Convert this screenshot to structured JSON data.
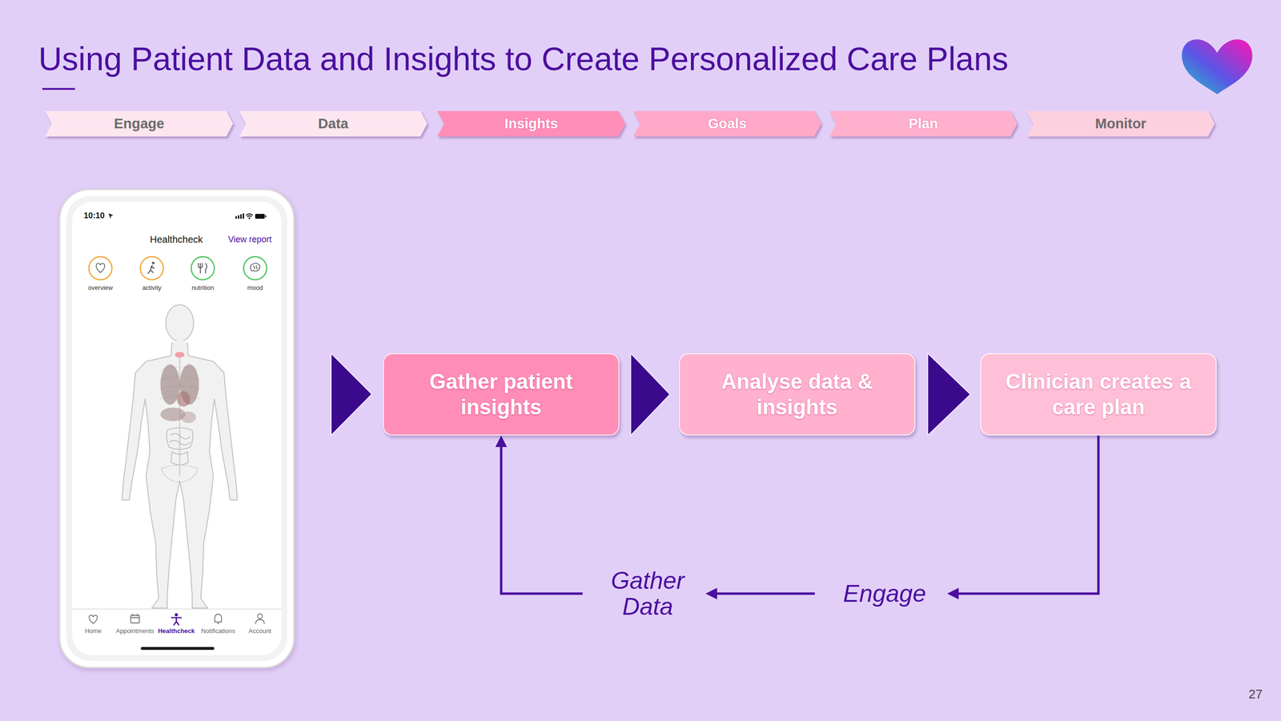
{
  "diagram": {
    "title": "Using Patient Data and Insights to Create Personalized Care Plans",
    "nodes": [
      {
        "text": [
          "Engage"
        ]
      },
      {
        "text": [
          "Data"
        ]
      },
      {
        "text": [
          "Insights"
        ]
      },
      {
        "text": [
          "Goals"
        ]
      },
      {
        "text": [
          "Plan"
        ]
      },
      {
        "text": [
          "Monitor"
        ]
      },
      {
        "text": [
          "Gather patient insights"
        ]
      },
      {
        "text": [
          "Analyse data & insights"
        ]
      },
      {
        "text": [
          "Clinician creates a care plan"
        ]
      }
    ],
    "edges": [
      {
        "from": 6,
        "to": 7,
        "arrow": "to"
      },
      {
        "from": 7,
        "to": 8,
        "arrow": "to"
      },
      {
        "from": 8,
        "to": 6,
        "label": "Engage",
        "arrow": "to"
      }
    ],
    "labels": [
      "10:10",
      "Healthcheck",
      "View report",
      "overview",
      "activity",
      "nutrition",
      "mood",
      "Home",
      "Appointments",
      "Healthcheck",
      "Notifications",
      "Account",
      "Gather Data",
      "27"
    ]
  }
}
